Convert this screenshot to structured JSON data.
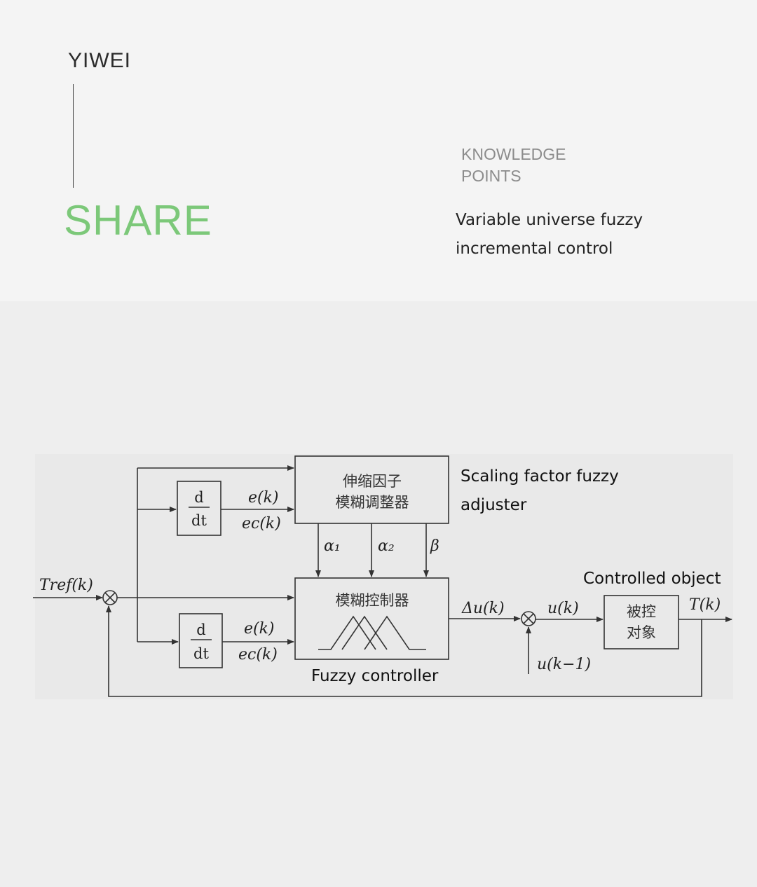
{
  "header": {
    "brand": "YIWEI",
    "share": "SHARE",
    "knowledge_line1": "KNOWLEDGE",
    "knowledge_line2": "POINTS",
    "topic_line1": "Variable universe fuzzy",
    "topic_line2": "incremental control"
  },
  "diagram": {
    "scaling_block_line1": "伸缩因子",
    "scaling_block_line2": "模糊调整器",
    "fuzzy_block_title": "模糊控制器",
    "plant_line1": "被控",
    "plant_line2": "对象",
    "derivative_num": "d",
    "derivative_den": "dt",
    "e_k": "e(k)",
    "ec_k": "ec(k)",
    "alpha1": "α₁",
    "alpha2": "α₂",
    "beta": "β",
    "tref": "Tref(k)",
    "delta_u": "Δu(k)",
    "u_k": "u(k)",
    "u_k_minus_1": "u(k−1)",
    "t_k": "T(k)",
    "scaling_label_line1": "Scaling factor fuzzy",
    "scaling_label_line2": "adjuster",
    "fuzzy_label": "Fuzzy controller",
    "plant_label": "Controlled object"
  },
  "colors": {
    "accent_green": "#7cc879",
    "line": "#333333"
  }
}
